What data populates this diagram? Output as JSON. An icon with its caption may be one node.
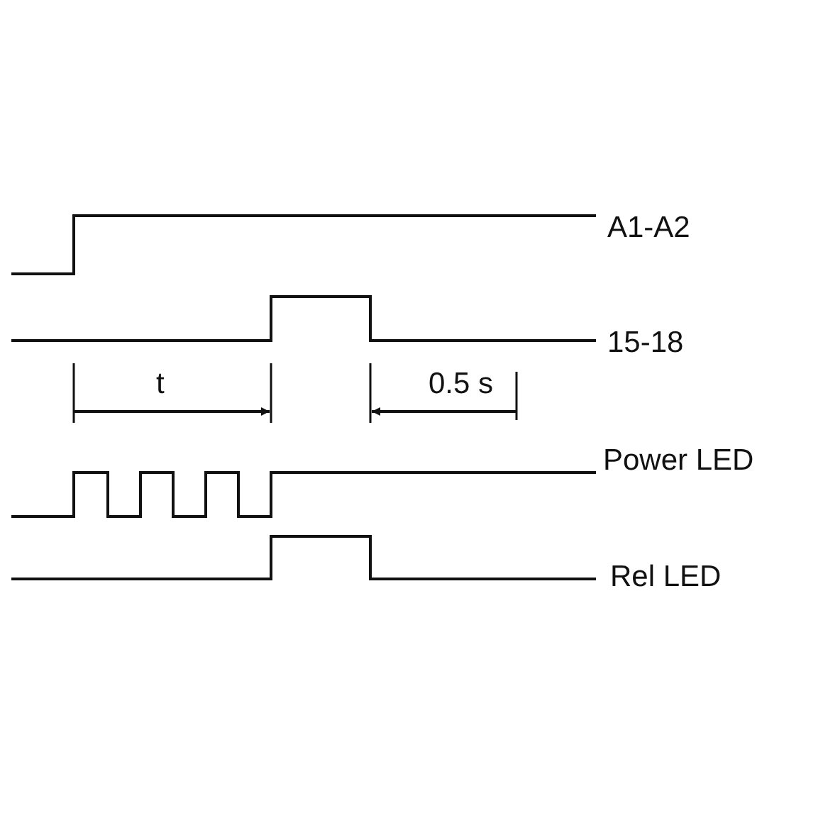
{
  "diagram": {
    "labels": [
      "A1-A2",
      "15-18",
      "t",
      "0.5 s",
      "Power LED",
      "Rel LED"
    ]
  }
}
